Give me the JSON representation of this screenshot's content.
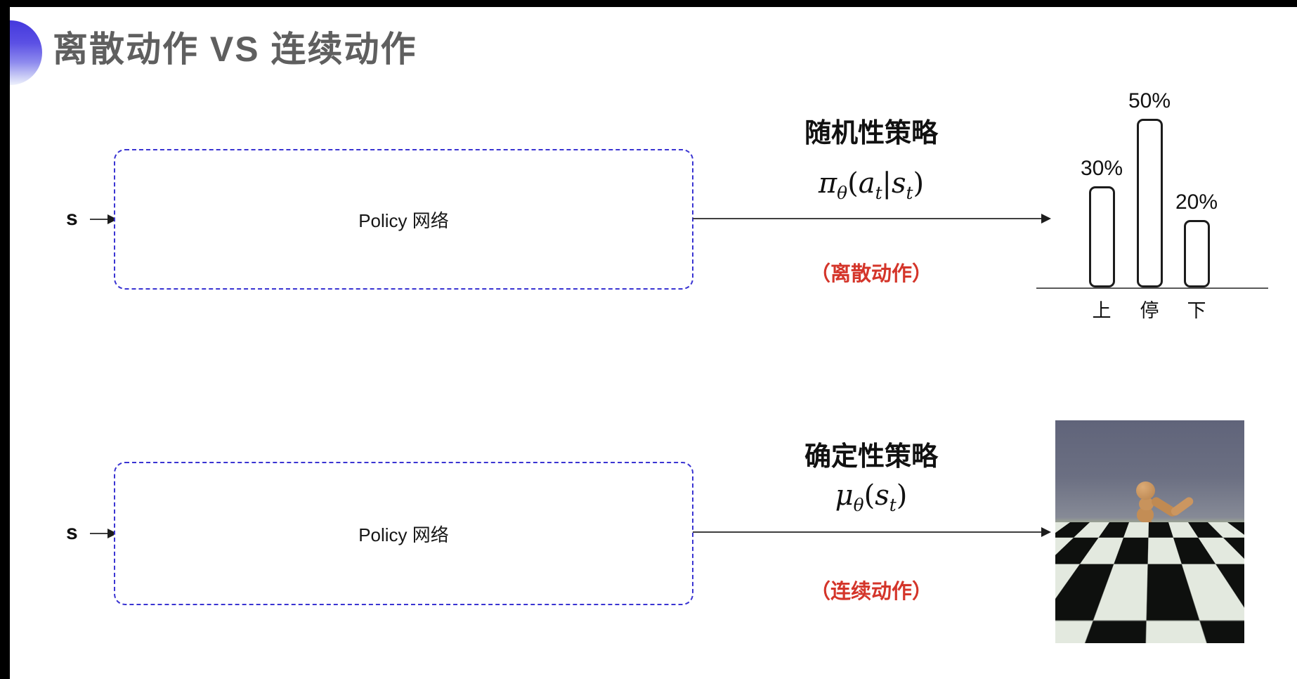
{
  "title": "离散动作 VS 连续动作",
  "rows": {
    "discrete": {
      "input_label": "s",
      "box_label": "Policy 网络",
      "policy_title": "随机性策略",
      "formula": {
        "symbol": "π",
        "symbol_sub": "θ",
        "open": "(",
        "arg1": "a",
        "arg1_sub": "t",
        "pipe": "|",
        "arg2": "s",
        "arg2_sub": "t",
        "close": ")"
      },
      "note": "（离散动作）"
    },
    "continuous": {
      "input_label": "s",
      "box_label": "Policy 网络",
      "policy_title": "确定性策略",
      "formula": {
        "symbol": "μ",
        "symbol_sub": "θ",
        "open": "(",
        "arg1": "s",
        "arg1_sub": "t",
        "close": ")"
      },
      "note": "（连续动作）"
    }
  },
  "chart_data": {
    "type": "bar",
    "categories": [
      "上",
      "停",
      "下"
    ],
    "values": [
      30,
      50,
      20
    ],
    "labels": [
      "30%",
      "50%",
      "20%"
    ],
    "title": "",
    "xlabel": "",
    "ylabel": "",
    "ylim": [
      0,
      55
    ],
    "grid": false,
    "legend": false
  },
  "illustration": "mujoco-humanoid-on-checkerboard",
  "colors": {
    "box_border_blue": "#3a34d2",
    "note_red": "#d4352a",
    "title_gray": "#5f5f5f",
    "arrow_dark": "#3f3f3f",
    "accent_disc_blue": "#4438dd"
  }
}
